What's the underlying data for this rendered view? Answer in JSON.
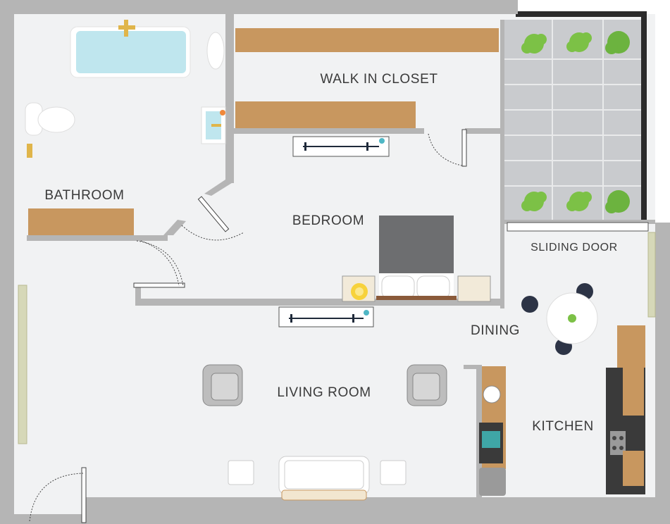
{
  "rooms": {
    "walk_in_closet": "WALK IN CLOSET",
    "bathroom": "BATHROOM",
    "bedroom": "BEDROOM",
    "sliding_door": "SLIDING DOOR",
    "dining": "DINING",
    "living_room": "LIVING ROOM",
    "kitchen": "KITCHEN"
  },
  "colors": {
    "wall": "#b5b5b5",
    "floor": "#f1f2f3",
    "wood": "#c8975f",
    "balcony_tile": "#c9cbce",
    "plant": "#7cc146",
    "bed_headboard": "#6d6e70",
    "tub_water": "#bfe6ee",
    "fixture_brass": "#e0b54a"
  }
}
